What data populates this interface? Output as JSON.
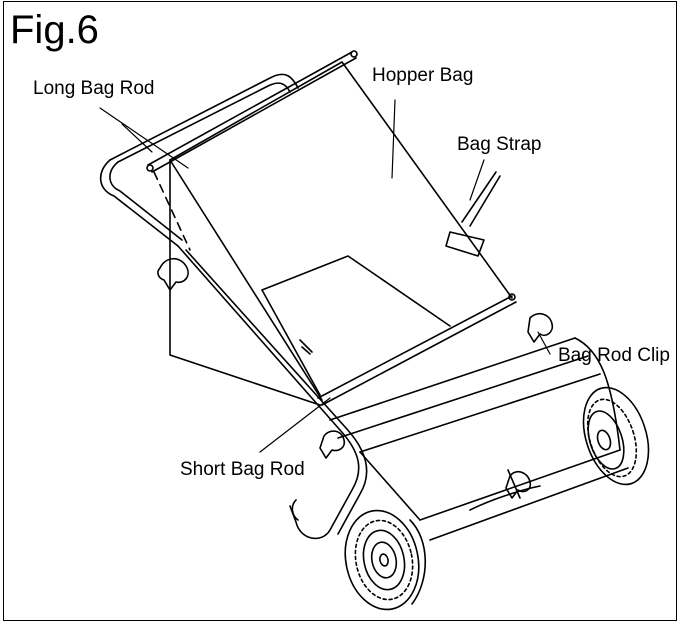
{
  "figure": {
    "title": "Fig.6",
    "labels": {
      "long_bag_rod": "Long Bag Rod",
      "hopper_bag": "Hopper Bag",
      "bag_strap": "Bag Strap",
      "bag_rod_clip": "Bag Rod Clip",
      "short_bag_rod": "Short Bag Rod"
    }
  },
  "colors": {
    "line": "#000000",
    "background": "#ffffff"
  }
}
